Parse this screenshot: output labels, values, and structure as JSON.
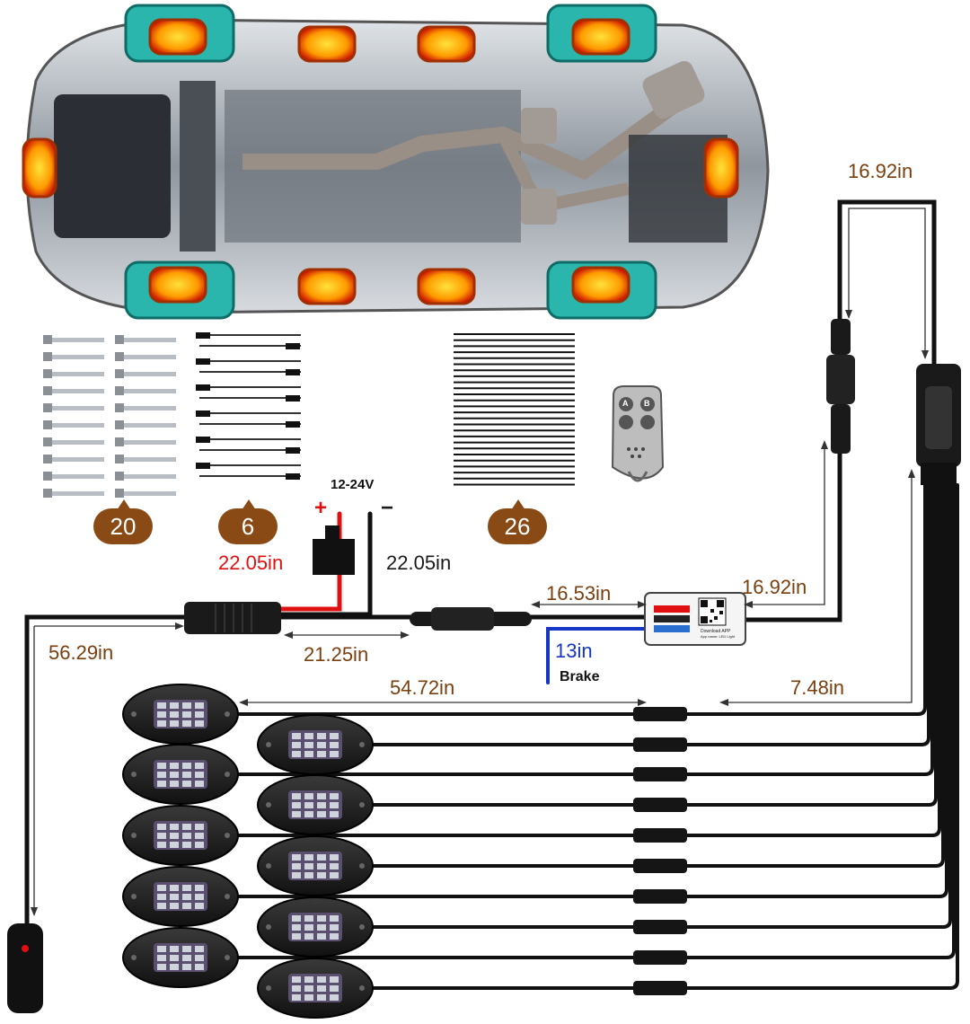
{
  "quantities": {
    "screws": "20",
    "extension_cables": "6",
    "cable_ties": "26"
  },
  "power": {
    "voltage": "12-24V",
    "plus_sign": "+",
    "minus_sign": "−",
    "positive_length": "22.05in",
    "negative_length": "22.05in"
  },
  "dimensions": {
    "top_splitter": "16.92in",
    "switch_cable": "56.29in",
    "power_to_connector": "21.25in",
    "connector_to_controller": "16.53in",
    "controller_to_splitter": "16.92in",
    "brake_wire": "13in",
    "pod_lead": "54.72in",
    "splitter_lead": "7.48in"
  },
  "brake": {
    "label": "Brake"
  },
  "controller": {
    "line1": "Download APP",
    "line2": "App name: LED Light"
  },
  "remote": {
    "button_a": "A",
    "button_b": "B"
  },
  "colors": {
    "dimension_text": "#7a3f0e",
    "positive_wire": "#e01010",
    "brake_wire": "#1636c8",
    "light_glow": "#ffb000",
    "wheel": "#2ab5ad",
    "badge": "#8a4a16"
  }
}
